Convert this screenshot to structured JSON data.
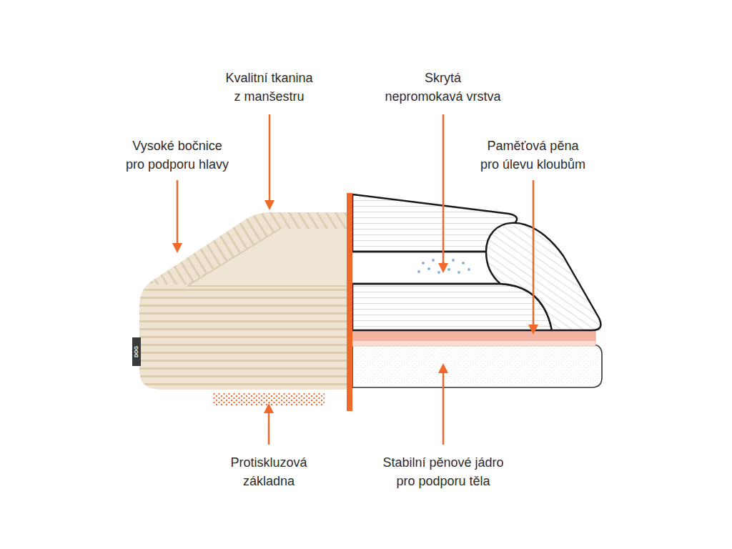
{
  "diagram": {
    "labels": [
      "Kvalitní tkanina z manšestru",
      "Skrytá nepromokavá vrstva",
      "Vysoké bočnice pro podporu hlavy",
      "Paměťová pěna pro úlevu kloubům",
      "DOG",
      "Protiskluzová základna",
      "Stabilní pěnové jádro pro podporu těla"
    ]
  }
}
